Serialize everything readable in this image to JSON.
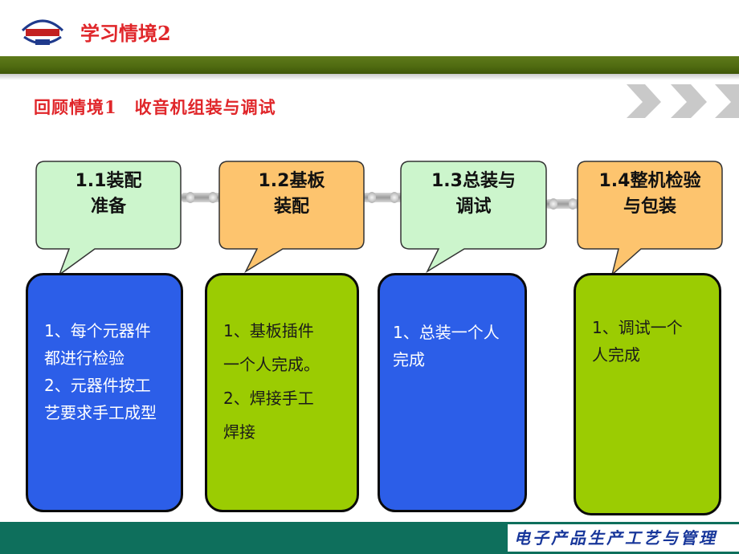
{
  "header": {
    "title": "学习情境2",
    "subtitle": "回顾情境1　收音机组装与调试"
  },
  "steps": [
    {
      "label_line1": "1.1装配",
      "label_line2": "准备",
      "callout_color": "#ccf5cc",
      "detail_color": "#2c5ee8",
      "detail_lines": [
        "1、每个元器件",
        "都进行检验",
        "2、元器件按工",
        "艺要求手工成型"
      ]
    },
    {
      "label_line1": "1.2基板",
      "label_line2": "装配",
      "callout_color": "#fdc46e",
      "detail_color": "#9bcc02",
      "detail_lines": [
        "1、基板插件",
        "一个人完成。",
        "2、焊接手工",
        "焊接"
      ]
    },
    {
      "label_line1": "1.3总装与",
      "label_line2": "调试",
      "callout_color": "#ccf5cc",
      "detail_color": "#2c5ee8",
      "detail_lines": [
        "1、总装一个人",
        "完成"
      ]
    },
    {
      "label_line1": "1.4整机检验",
      "label_line2": "与包装",
      "callout_color": "#fdc46e",
      "detail_color": "#9bcc02",
      "detail_lines": [
        "1、调试一个",
        "人完成"
      ]
    }
  ],
  "footer": {
    "course_name": "电子产品生产工艺与管理"
  },
  "colors": {
    "title_red": "#e0262a",
    "bar_green": "#4f6a10",
    "footer_teal": "#0e6f5c",
    "footer_text": "#17369a"
  }
}
